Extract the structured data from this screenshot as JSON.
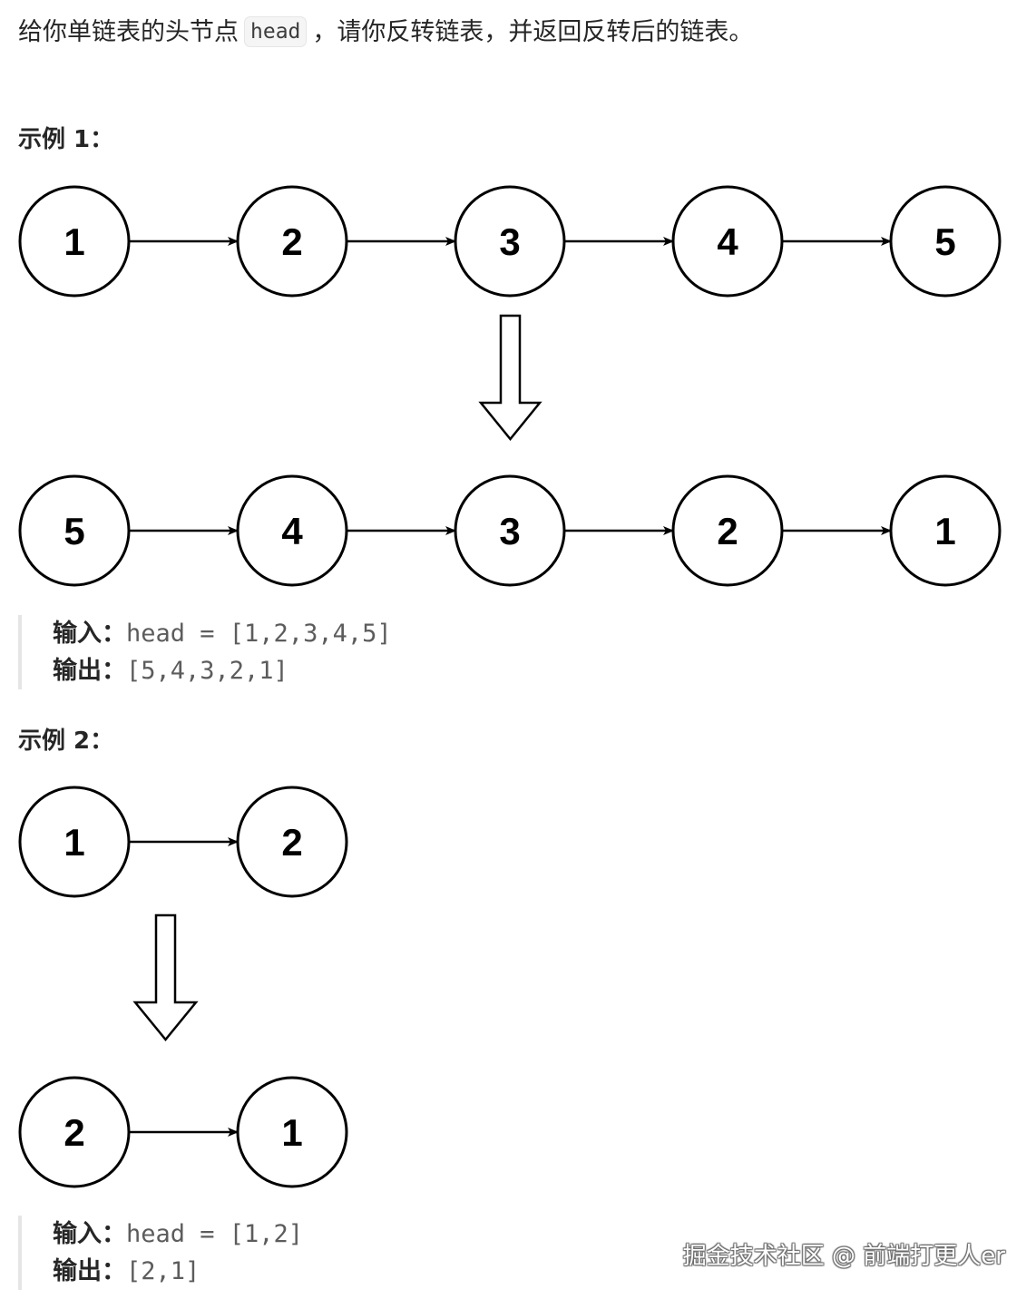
{
  "description": {
    "before": "给你单链表的头节点",
    "code": "head",
    "after": "，请你反转链表，并返回反转后的链表。"
  },
  "examples": [
    {
      "title": "示例 1：",
      "input_list": [
        "1",
        "2",
        "3",
        "4",
        "5"
      ],
      "output_list": [
        "5",
        "4",
        "3",
        "2",
        "1"
      ],
      "input_label": "输入：",
      "input_value": "head = [1,2,3,4,5]",
      "output_label": "输出：",
      "output_value": "[5,4,3,2,1]"
    },
    {
      "title": "示例 2：",
      "input_list": [
        "1",
        "2"
      ],
      "output_list": [
        "2",
        "1"
      ],
      "input_label": "输入：",
      "input_value": "head = [1,2]",
      "output_label": "输出：",
      "output_value": "[2,1]"
    }
  ],
  "watermark": "掘金技术社区 @ 前端打更人er"
}
